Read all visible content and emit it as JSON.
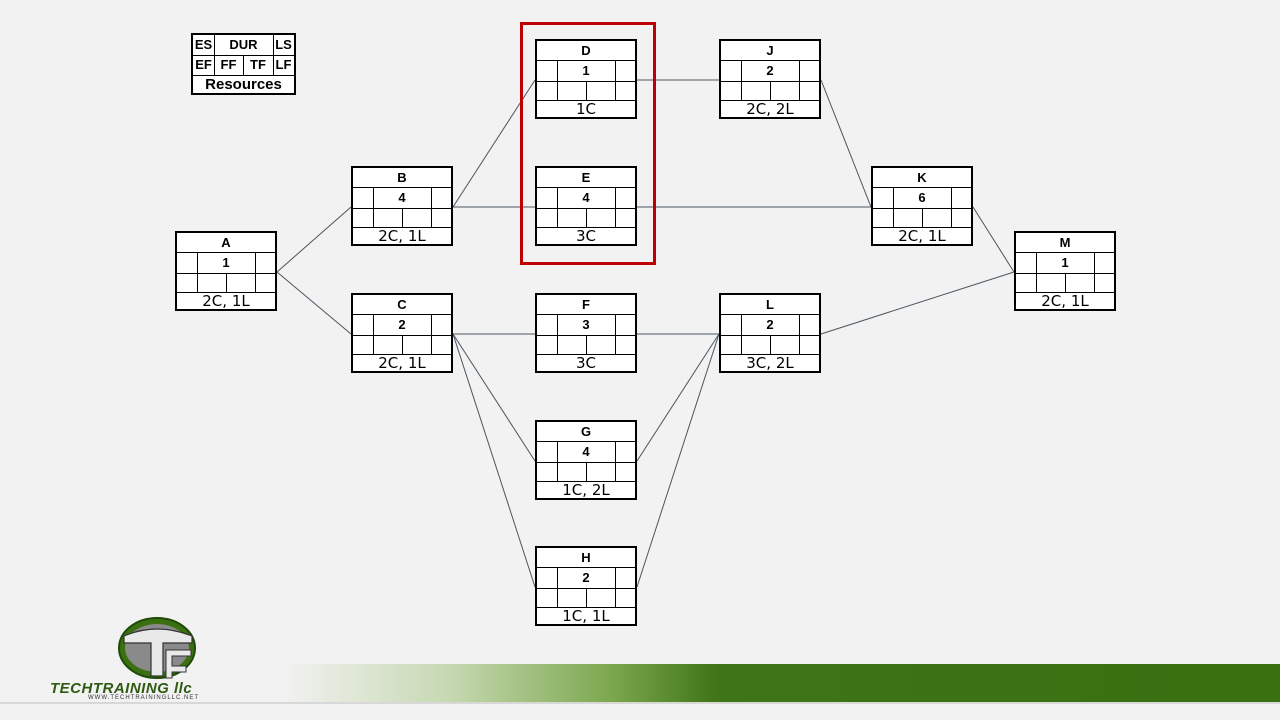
{
  "legend": {
    "es": "ES",
    "dur": "DUR",
    "ls": "LS",
    "ef": "EF",
    "ff": "FF",
    "tf": "TF",
    "lf": "LF",
    "resources": "Resources"
  },
  "nodes": {
    "A": {
      "id": "A",
      "dur": "1",
      "res": "2C, 1L"
    },
    "B": {
      "id": "B",
      "dur": "4",
      "res": "2C, 1L"
    },
    "C": {
      "id": "C",
      "dur": "2",
      "res": "2C, 1L"
    },
    "D": {
      "id": "D",
      "dur": "1",
      "res": "1C"
    },
    "E": {
      "id": "E",
      "dur": "4",
      "res": "3C"
    },
    "F": {
      "id": "F",
      "dur": "3",
      "res": "3C"
    },
    "G": {
      "id": "G",
      "dur": "4",
      "res": "1C, 2L"
    },
    "H": {
      "id": "H",
      "dur": "2",
      "res": "1C, 1L"
    },
    "J": {
      "id": "J",
      "dur": "2",
      "res": "2C, 2L"
    },
    "K": {
      "id": "K",
      "dur": "6",
      "res": "2C, 1L"
    },
    "L": {
      "id": "L",
      "dur": "2",
      "res": "3C, 2L"
    },
    "M": {
      "id": "M",
      "dur": "1",
      "res": "2C, 1L"
    }
  },
  "edges": [
    [
      "A",
      "B"
    ],
    [
      "A",
      "C"
    ],
    [
      "B",
      "D"
    ],
    [
      "B",
      "E"
    ],
    [
      "C",
      "F"
    ],
    [
      "C",
      "G"
    ],
    [
      "C",
      "H"
    ],
    [
      "D",
      "J"
    ],
    [
      "E",
      "K"
    ],
    [
      "J",
      "K"
    ],
    [
      "F",
      "L"
    ],
    [
      "G",
      "L"
    ],
    [
      "H",
      "L"
    ],
    [
      "K",
      "M"
    ],
    [
      "L",
      "M"
    ]
  ],
  "highlight": {
    "nodes": [
      "D",
      "E"
    ],
    "color": "#c00000"
  },
  "branding": {
    "name": "TECHTRAINING llc",
    "url": "WWW.TECHTRAININGLLC.NET",
    "brand_color": "#3a7010"
  }
}
